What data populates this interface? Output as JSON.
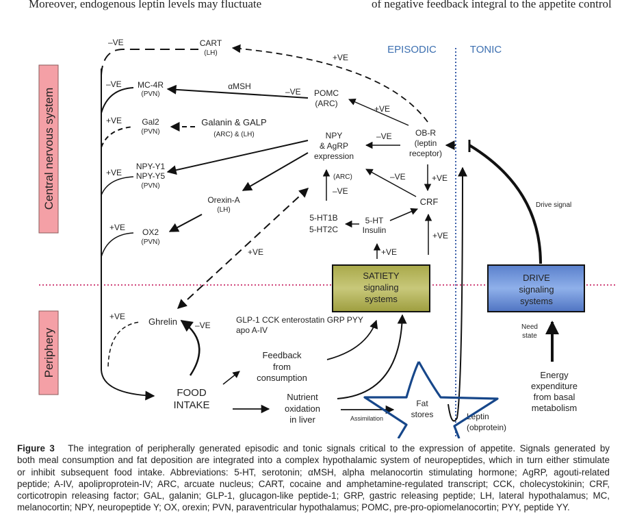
{
  "header_text": {
    "left_col": "Moreover, endogenous leptin levels may fluctuate",
    "right_col": "of negative feedback integral to the appetite control"
  },
  "regions": {
    "cns": "Central nervous system",
    "periphery": "Periphery",
    "episodic": "EPISODIC",
    "tonic": "TONIC"
  },
  "nodes": {
    "cart": [
      "CART",
      "(LH)"
    ],
    "mc4r": [
      "MC-4R",
      "(PVN)"
    ],
    "gal2": [
      "Gal2",
      "(PVN)"
    ],
    "galanin": [
      "Galanin & GALP",
      "(ARC) & (LH)"
    ],
    "npy_y": [
      "NPY-Y1",
      "NPY-Y5",
      "(PVN)"
    ],
    "ox2": [
      "OX2",
      "(PVN)"
    ],
    "pomc": [
      "POMC",
      "(ARC)"
    ],
    "npy_agrp": [
      "NPY",
      "& AgRP",
      "expression"
    ],
    "arc": "(ARC)",
    "orexin": [
      "Orexin-A",
      "(LH)"
    ],
    "obr": [
      "OB-R",
      "(leptin",
      "receptor)"
    ],
    "crf": "CRF",
    "ht_receptors": [
      "5-HT1B",
      "5-HT2C"
    ],
    "ht_insulin": [
      "5-HT",
      "Insulin"
    ],
    "satiety": [
      "SATIETY",
      "signaling",
      "systems"
    ],
    "drive": [
      "DRIVE",
      "signaling",
      "systems"
    ],
    "drive_signal": "Drive signal",
    "need_state": [
      "Need",
      "state"
    ],
    "energy": [
      "Energy",
      "expenditure",
      "from basal",
      "metabolism"
    ],
    "ghrelin": "Ghrelin",
    "gut_peptides": [
      "GLP-1 CCK enterostatin GRP PYY",
      "apo A-IV"
    ],
    "feedback": [
      "Feedback",
      "from",
      "consumption"
    ],
    "food_intake": [
      "FOOD",
      "INTAKE"
    ],
    "nutrient": [
      "Nutrient",
      "oxidation",
      "in liver"
    ],
    "assimilation": "Assimilation",
    "fat_stores": [
      "Fat",
      "stores"
    ],
    "leptin": [
      "Leptin",
      "(obprotein)"
    ],
    "alpha_msh": "αMSH"
  },
  "edge_labels": {
    "neg": "–VE",
    "pos": "+VE"
  },
  "colors": {
    "region_label_bg": "#f4a0a6",
    "satiety_box": "#b9b961",
    "drive_box": "#6a8fd6",
    "divider_pink": "#d0457a",
    "divider_blue": "#3a5ea8",
    "heading_blue": "#3c6fb0",
    "star": "#17478a"
  },
  "caption": {
    "label": "Figure 3",
    "lines": [
      "The integration of peripherally generated episodic and tonic signals critical to the expression of appetite. Signals generated by",
      "both meal consumption and fat deposition are integrated into a complex hypothalamic system of neuropeptides, which in turn either stimulate",
      "or inhibit subsequent food intake. Abbreviations: 5-HT, serotonin; αMSH, alpha melanocortin stimulating hormone; AgRP, agouti-related",
      "peptide; A-IV, apoliproprotein-IV; ARC, arcuate nucleus; CART, cocaine and amphetamine-regulated transcript; CCK, cholecystokinin; CRF,",
      "corticotropin releasing factor; GAL, galanin; GLP-1, glucagon-like peptide-1; GRP, gastric releasing peptide; LH, lateral hypothalamus; MC,",
      "melanocortin; NPY, neuropeptide Y; OX, orexin; PVN, paraventricular hypothalamus; POMC, pre-pro-opiomelanocortin; PYY, peptide YY."
    ]
  }
}
